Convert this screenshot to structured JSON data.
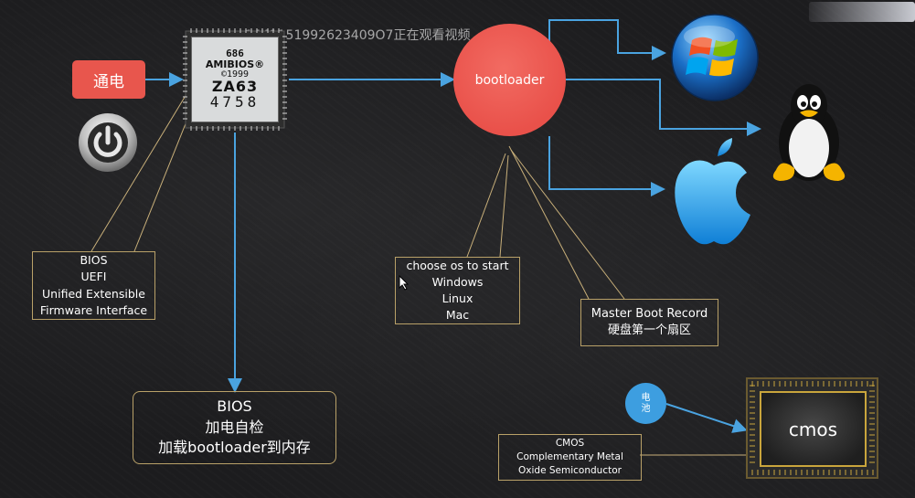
{
  "watermark": "1441151992623409O7正在观看视频",
  "power": {
    "label": "通电"
  },
  "chip": {
    "line1": "686",
    "line2": "AMIBIOS®",
    "line3": "©1999",
    "line4": "ZA63",
    "line5": "4758"
  },
  "bootloader": {
    "label": "bootloader"
  },
  "bios_box": {
    "lines": [
      "BIOS",
      "UEFI",
      "Unified Extensible",
      "Firmware Interface"
    ]
  },
  "choose_box": {
    "lines": [
      "choose os to start",
      "Windows",
      "Linux",
      "Mac"
    ]
  },
  "mbr_box": {
    "lines": [
      "Master Boot Record",
      "硬盘第一个扇区"
    ]
  },
  "bios2_box": {
    "lines": [
      "BIOS",
      "加电自检",
      "加载bootloader到内存"
    ]
  },
  "battery": {
    "lines": [
      "电",
      "池"
    ]
  },
  "cmos_chip": {
    "label": "cmos"
  },
  "cmos_box": {
    "lines": [
      "CMOS",
      "Complementary Metal",
      "Oxide Semiconductor"
    ]
  },
  "icons": {
    "power": "power-button-icon",
    "windows": "windows-logo-icon",
    "linux": "tux-penguin-icon",
    "apple": "apple-logo-icon",
    "cursor": "mouse-cursor-icon"
  },
  "colors": {
    "arrow": "#4aa3e0",
    "pointer": "#c9b07a",
    "box_border": "#b9a168",
    "power_label_bg": "#e8564d",
    "bootloader_fill": "#e9514a",
    "battery_fill": "#3d9ee0"
  }
}
